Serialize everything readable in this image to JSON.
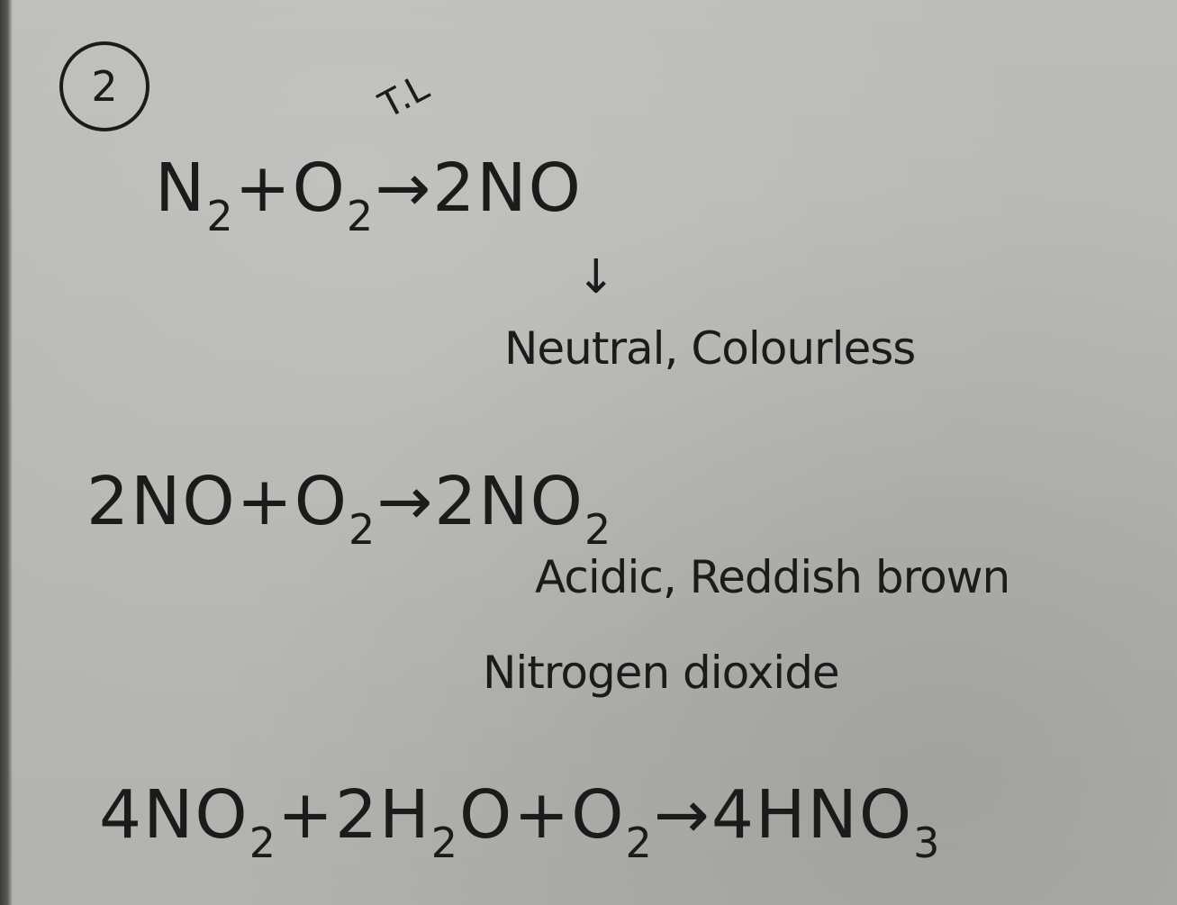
{
  "note": {
    "marker": "2",
    "reaction1": {
      "reactant1": "N",
      "reactant1_sub": "2",
      "plus": "+",
      "reactant2": "O",
      "reactant2_sub": "2",
      "arrow": "→",
      "condition": "T.L",
      "product": "2NO",
      "down_arrow": "↓",
      "annotation": "Neutral, Colourless"
    },
    "reaction2": {
      "reactant1": "2NO",
      "plus": "+",
      "reactant2": "O",
      "reactant2_sub": "2",
      "arrow": "→",
      "product": "2NO",
      "product_sub": "2",
      "annotation1": "Acidic, Reddish brown",
      "annotation2": "Nitrogen dioxide"
    },
    "reaction3": {
      "reactant1": "4NO",
      "reactant1_sub": "2",
      "plus1": "+",
      "reactant2_coef": "2H",
      "reactant2_sub": "2",
      "reactant2_rest": "O",
      "plus2": "+",
      "reactant3": "O",
      "reactant3_sub": "2",
      "arrow": "→",
      "product": "4HNO",
      "product_sub": "3"
    }
  }
}
